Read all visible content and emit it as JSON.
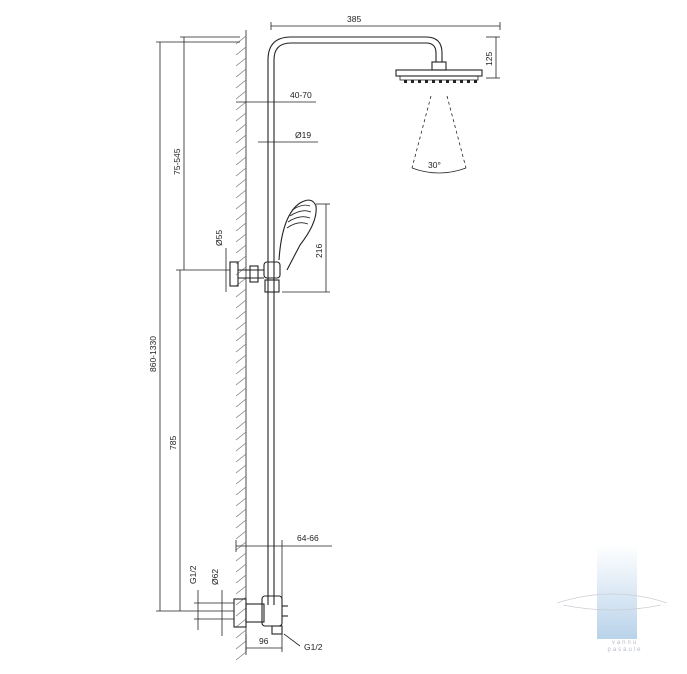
{
  "dimensions": {
    "arm_length": "385",
    "head_height": "125",
    "wall_distance": "40-70",
    "pipe_diameter": "Ø19",
    "spray_angle": "30°",
    "top_range": "75-545",
    "total_height": "860-1330",
    "holder_diameter": "Ø55",
    "hand_shower_length": "216",
    "lower_height": "785",
    "mixer_depth": "64-66",
    "inlet_thread": "G1/2",
    "flange_diameter": "Ø62",
    "mixer_width": "96",
    "outlet_thread": "G1/2"
  },
  "watermark": {
    "line1": "vannu",
    "line2": "pasaule",
    "accent_color": "#b9d3ea"
  },
  "colors": {
    "ink": "#222222",
    "hatch": "#777777"
  }
}
